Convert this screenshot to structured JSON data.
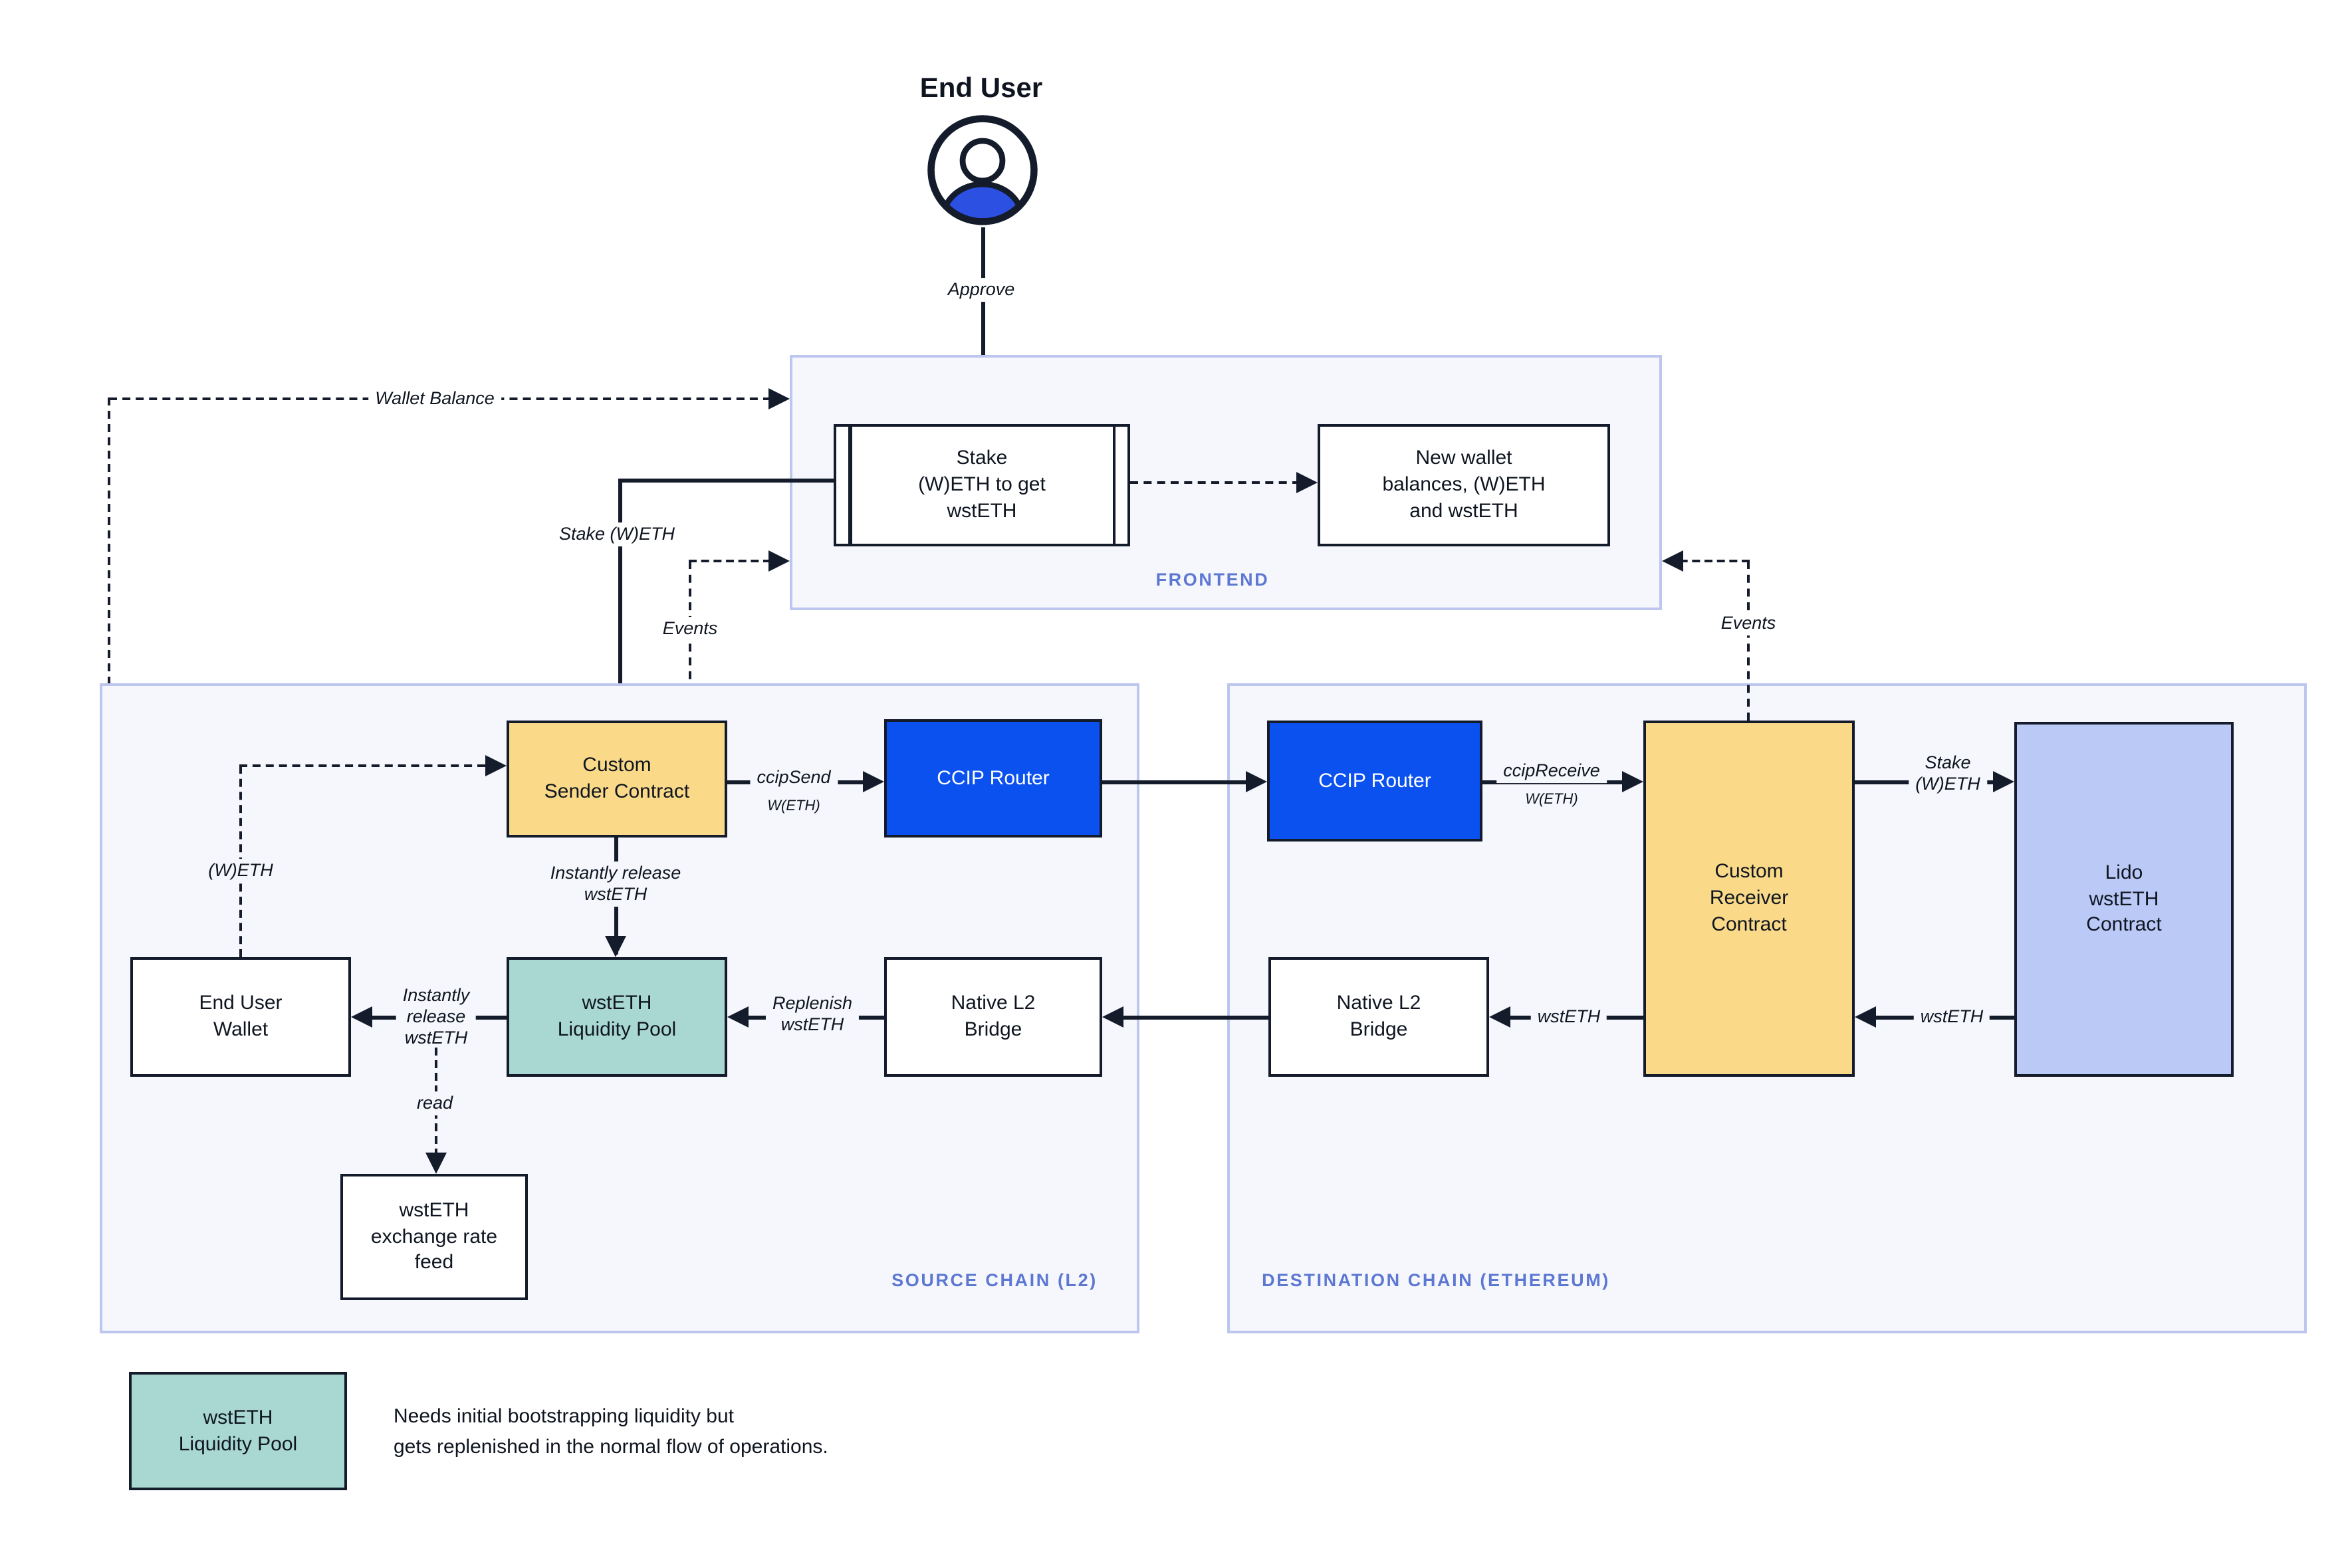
{
  "end_user": {
    "title": "End User",
    "approve_label": "Approve"
  },
  "frontend": {
    "label": "FRONTEND",
    "stake_box": "Stake\n(W)ETH to get\nwstETH",
    "new_wallet_box": "New wallet\nbalances, (W)ETH\nand wstETH"
  },
  "source_chain": {
    "label": "SOURCE CHAIN (L2)",
    "custom_sender": "Custom\nSender Contract",
    "ccip_router": "CCIP Router",
    "end_user_wallet": "End User\nWallet",
    "liquidity_pool": "wstETH\nLiquidity Pool",
    "native_bridge": "Native L2\nBridge",
    "exchange_feed": "wstETH\nexchange rate\nfeed"
  },
  "destination_chain": {
    "label": "DESTINATION CHAIN (ETHEREUM)",
    "ccip_router": "CCIP Router",
    "custom_receiver": "Custom\nReceiver\nContract",
    "native_bridge": "Native L2\nBridge",
    "lido_contract": "Lido\nwstETH\nContract"
  },
  "edges": {
    "wallet_balance": "Wallet Balance",
    "stake_weth": "Stake (W)ETH",
    "events_left": "Events",
    "events_right": "Events",
    "ccip_send": "ccipSend",
    "ccip_send_sub": "W(ETH)",
    "ccip_receive": "ccipReceive",
    "ccip_receive_sub": "W(ETH)",
    "instantly_release_vertical": "Instantly release\nwstETH",
    "weth": "(W)ETH",
    "instantly_release_horizontal": "Instantly\nrelease\nwstETH",
    "replenish": "Replenish\nwstETH",
    "read": "read",
    "stake_weth_dest": "Stake\n(W)ETH",
    "wsteth_from_lido": "wstETH",
    "wsteth_to_bridge": "wstETH"
  },
  "legend": {
    "box_label": "wstETH\nLiquidity Pool",
    "note": "Needs initial bootstrapping liquidity but\ngets replenished in the normal flow of operations."
  },
  "colors": {
    "ink": "#141b2b",
    "container_bg": "#f5f7fd",
    "container_border": "#bcc6ef",
    "label_blue": "#5d78d2",
    "node_yellow": "#fada88",
    "node_blue": "#0b51f0",
    "node_teal": "#a9d8d3",
    "node_periwinkle": "#bac9f6",
    "avatar_blue": "#2b50e2"
  }
}
